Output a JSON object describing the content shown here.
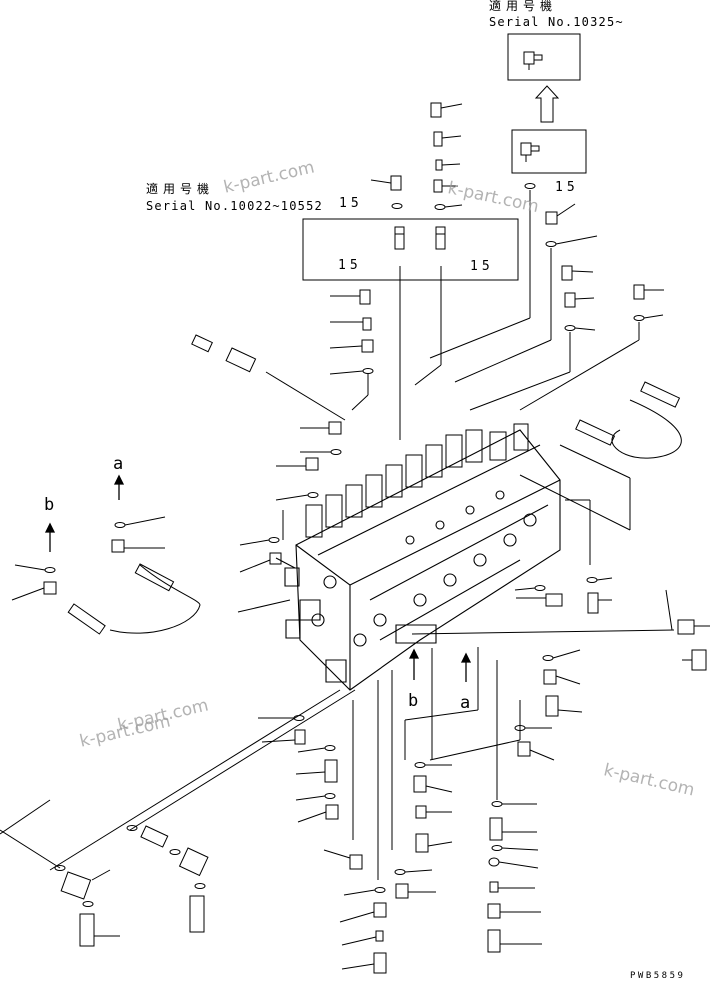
{
  "header_top": {
    "applicability": "適用号機",
    "serial": "Serial No.10325~"
  },
  "header_left": {
    "applicability": "適用号機",
    "serial": "Serial No.10022~10552"
  },
  "item_numbers": {
    "n1": "15",
    "n2": "15",
    "n3": "15",
    "n4": "15"
  },
  "arrow_labels": {
    "a_top": "a",
    "b_left": "b",
    "b_bottom": "b",
    "a_bottom": "a"
  },
  "watermarks": {
    "w1": "k-part.com",
    "w2": "k-part.com",
    "w3": "k-part.com",
    "w4": "k-part.com",
    "w5": "k-part.com"
  },
  "drawing_code": "PWB5859",
  "colors": {
    "line": "#000000",
    "watermark": "#9a9a9a",
    "background": "#ffffff"
  }
}
